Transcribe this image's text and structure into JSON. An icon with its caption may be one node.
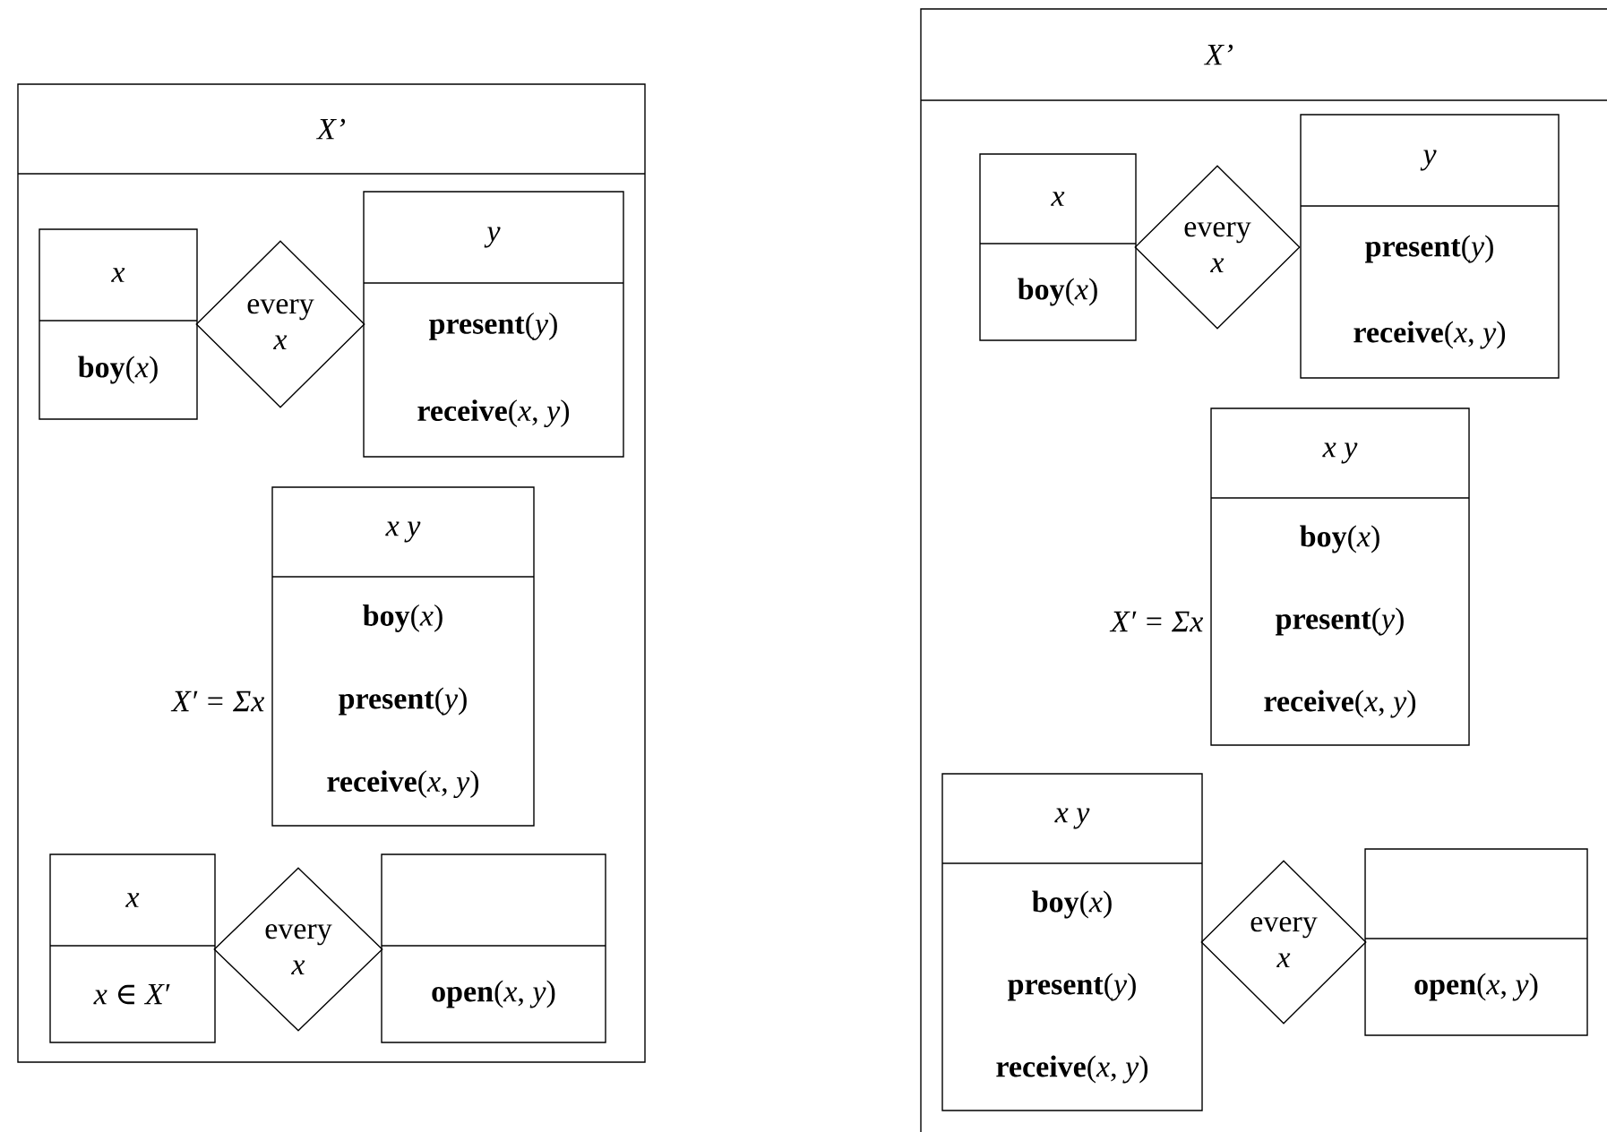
{
  "diagram": {
    "nodes": [
      {
        "text": [
          "X’"
        ]
      },
      {
        "text": [
          "x",
          "**boy**(*x*)"
        ],
        "in": 0
      },
      {
        "text": [
          "every *x*"
        ],
        "in": 0
      },
      {
        "text": [
          "y",
          "**present**(*y*)",
          "**receive**(*x*, *y*)"
        ],
        "in": 0
      },
      {
        "text": [
          "x y",
          "**boy**(*x*)",
          "**present**(*y*)",
          "**receive**(*x*, *y*)"
        ],
        "in": 0,
        "beside": [
          "X′ = Σx"
        ]
      },
      {
        "text": [
          "x",
          "*x*  ∈  *X*′"
        ],
        "in": 0
      },
      {
        "text": [
          "every *x*"
        ],
        "in": 0
      },
      {
        "text": [
          "**open**(*x*, *y*)"
        ],
        "in": 0
      },
      {
        "text": [
          "X’"
        ]
      },
      {
        "text": [
          "x",
          "**boy**(*x*)"
        ],
        "in": 8
      },
      {
        "text": [
          "every *x*"
        ],
        "in": 8
      },
      {
        "text": [
          "y",
          "**present**(*y*)",
          "**receive**(*x*, *y*)"
        ],
        "in": 8
      },
      {
        "text": [
          "x y",
          "**boy**(*x*)",
          "**present**(*y*)",
          "**receive**(*x*, *y*)"
        ],
        "in": 8,
        "beside": [
          "X′ = Σx"
        ]
      },
      {
        "text": [
          "x y",
          "**boy**(*x*)",
          "**present**(*y*)",
          "**receive**(*x*, *y*)"
        ],
        "in": 8
      },
      {
        "text": [
          "every *x*"
        ],
        "in": 8
      },
      {
        "text": [
          "**open**(*x*, *y*)"
        ],
        "in": 8
      }
    ]
  }
}
